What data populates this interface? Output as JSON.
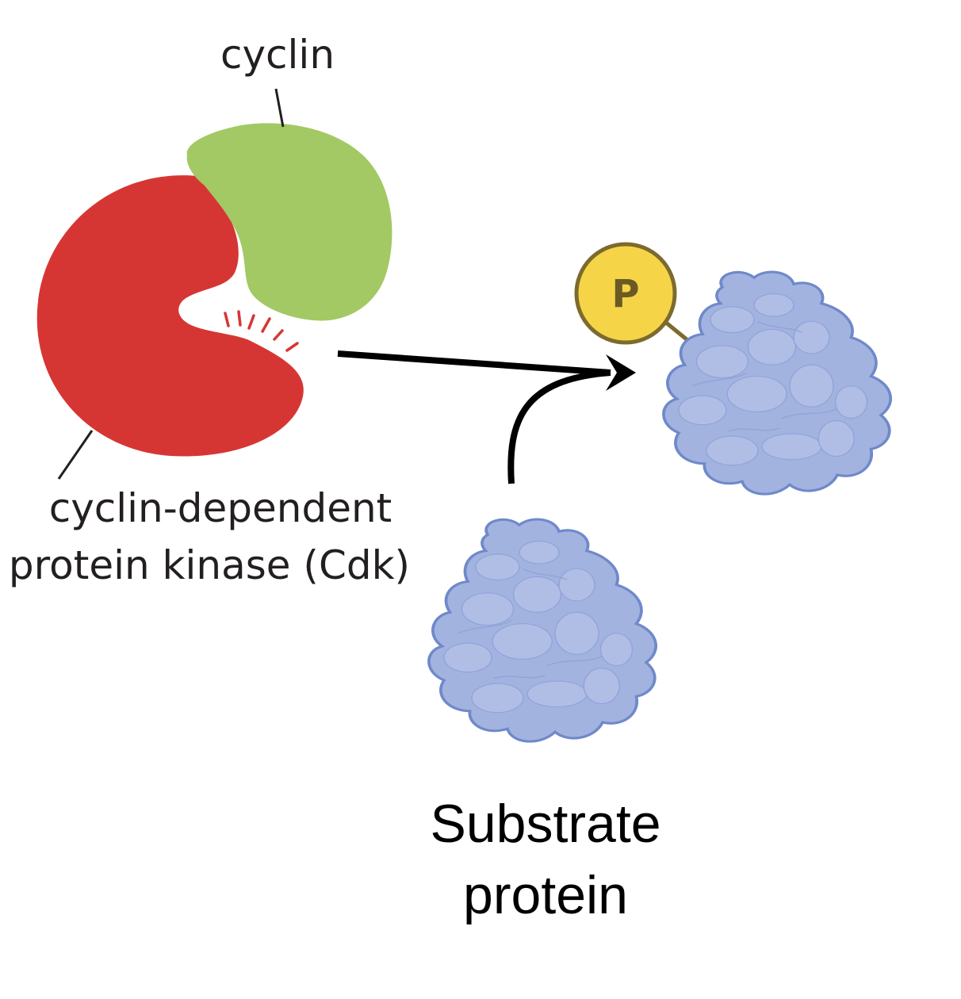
{
  "labels": {
    "cyclin": "cyclin",
    "cdk_line1": "cyclin-dependent",
    "cdk_line2": "protein kinase (Cdk)",
    "substrate_line1": "Substrate",
    "substrate_line2": "protein",
    "phosphate": "P"
  },
  "colors": {
    "cdk": "#d63633",
    "cyclin": "#a2c964",
    "substrate_fill": "#a3b3e0",
    "substrate_outline": "#6f89c9",
    "phosphate_fill": "#f5d547",
    "phosphate_outline": "#7d6a2e",
    "arrow": "#000000",
    "active_site_marks": "#d63633"
  }
}
